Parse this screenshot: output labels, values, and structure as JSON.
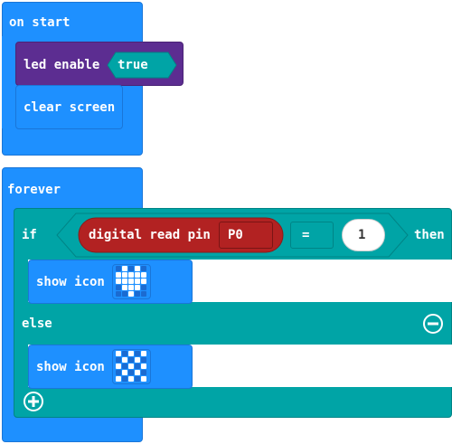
{
  "colors": {
    "basic": "#1e90ff",
    "basic_dark": "#1a76d8",
    "led": "#5c2d91",
    "led_dark": "#4b2476",
    "logic": "#00a4a6",
    "logic_dark": "#008486",
    "pins": "#b22222",
    "pins_dark": "#8b1a1a"
  },
  "on_start": {
    "label": "on start",
    "led_enable": {
      "label": "led enable",
      "value": "true"
    },
    "clear_screen": {
      "label": "clear screen"
    }
  },
  "forever": {
    "label": "forever",
    "if_block": {
      "if_label": "if",
      "then_label": "then",
      "else_label": "else",
      "condition": {
        "pin_read_label": "digital read pin",
        "pin": "P0",
        "operator": "=",
        "value": "1"
      },
      "then_show_icon": {
        "label": "show icon",
        "icon_name": "heart-icon",
        "pattern": [
          0,
          1,
          0,
          1,
          0,
          1,
          1,
          1,
          1,
          1,
          1,
          1,
          1,
          1,
          1,
          0,
          1,
          1,
          1,
          0,
          0,
          0,
          1,
          0,
          0
        ]
      },
      "else_show_icon": {
        "label": "show icon",
        "icon_name": "checkerboard-icon",
        "pattern": [
          1,
          0,
          1,
          0,
          1,
          0,
          1,
          0,
          1,
          0,
          1,
          0,
          1,
          0,
          1,
          0,
          1,
          0,
          1,
          0,
          1,
          0,
          1,
          0,
          1
        ]
      },
      "remove_else_icon": "minus-circle-icon",
      "add_else_icon": "plus-circle-icon"
    }
  }
}
